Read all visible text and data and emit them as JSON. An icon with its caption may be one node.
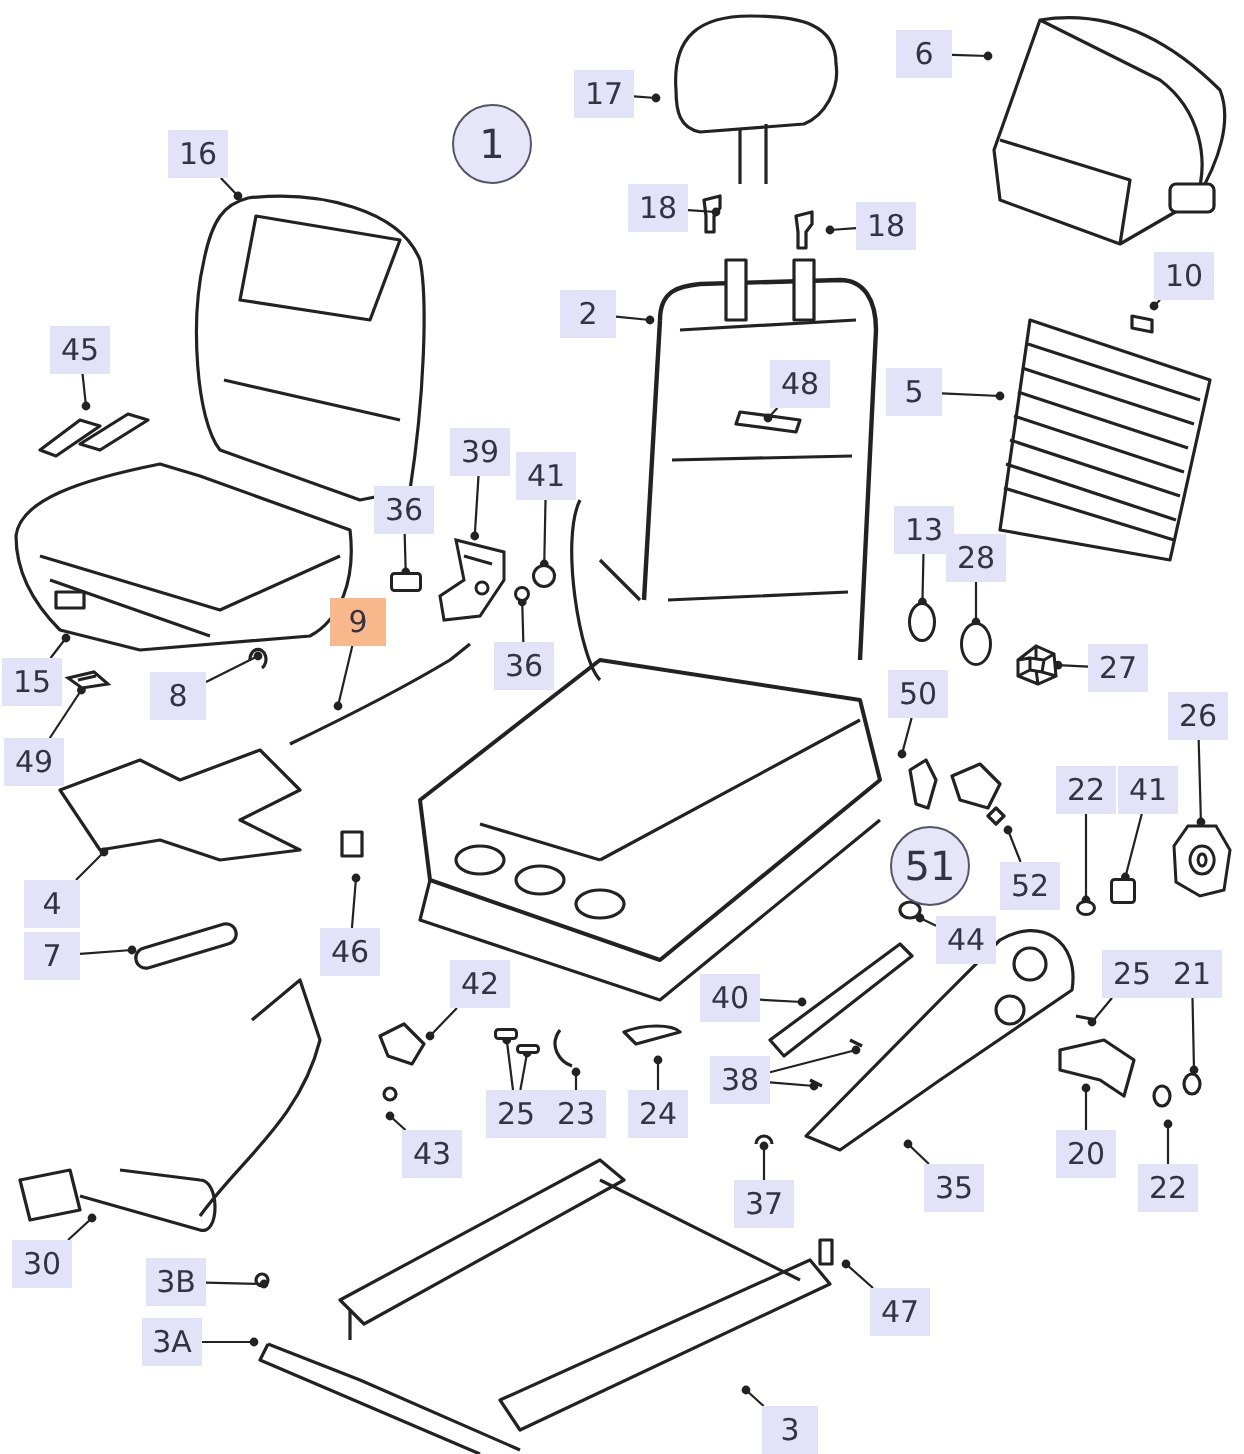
{
  "diagram": {
    "nodes": [
      {
        "text": [
          "1"
        ]
      },
      {
        "text": [
          "17"
        ]
      },
      {
        "text": [
          "16"
        ]
      },
      {
        "text": [
          "6"
        ]
      },
      {
        "text": [
          "18"
        ]
      },
      {
        "text": [
          "18"
        ]
      },
      {
        "text": [
          "2"
        ]
      },
      {
        "text": [
          "10"
        ]
      },
      {
        "text": [
          "48"
        ]
      },
      {
        "text": [
          "5"
        ]
      },
      {
        "text": [
          "45"
        ]
      },
      {
        "text": [
          "39"
        ]
      },
      {
        "text": [
          "41"
        ]
      },
      {
        "text": [
          "36"
        ]
      },
      {
        "text": [
          "36"
        ]
      },
      {
        "text": [
          "13"
        ]
      },
      {
        "text": [
          "28"
        ]
      },
      {
        "text": [
          "27"
        ]
      },
      {
        "text": [
          "26"
        ]
      },
      {
        "text": [
          "9"
        ]
      },
      {
        "text": [
          "15"
        ]
      },
      {
        "text": [
          "8"
        ]
      },
      {
        "text": [
          "49"
        ]
      },
      {
        "text": [
          "50"
        ]
      },
      {
        "text": [
          "4"
        ]
      },
      {
        "text": [
          "7"
        ]
      },
      {
        "text": [
          "46"
        ]
      },
      {
        "text": [
          "51"
        ]
      },
      {
        "text": [
          "52"
        ]
      },
      {
        "text": [
          "22"
        ]
      },
      {
        "text": [
          "41"
        ]
      },
      {
        "text": [
          "44"
        ]
      },
      {
        "text": [
          "40"
        ]
      },
      {
        "text": [
          "42"
        ]
      },
      {
        "text": [
          "25"
        ]
      },
      {
        "text": [
          "21"
        ]
      },
      {
        "text": [
          "38"
        ]
      },
      {
        "text": [
          "25"
        ]
      },
      {
        "text": [
          "23"
        ]
      },
      {
        "text": [
          "24"
        ]
      },
      {
        "text": [
          "20"
        ]
      },
      {
        "text": [
          "43"
        ]
      },
      {
        "text": [
          "37"
        ]
      },
      {
        "text": [
          "35"
        ]
      },
      {
        "text": [
          "22"
        ]
      },
      {
        "text": [
          "30"
        ]
      },
      {
        "text": [
          "3B"
        ]
      },
      {
        "text": [
          "3A"
        ]
      },
      {
        "text": [
          "47"
        ]
      },
      {
        "text": [
          "3"
        ]
      },
      {
        "text": [],
        "shape": "picture"
      },
      {
        "text": [],
        "shape": "box"
      },
      {
        "text": [],
        "shape": "circle"
      },
      {
        "text": [],
        "shape": "picture"
      },
      {
        "text": [],
        "shape": "picture"
      },
      {
        "text": [],
        "shape": "circle"
      },
      {
        "text": [],
        "shape": "box"
      },
      {
        "text": [],
        "shape": "circle"
      },
      {
        "text": [],
        "shape": "circle"
      },
      {
        "text": [],
        "shape": "circle"
      },
      {
        "text": [],
        "shape": "box"
      },
      {
        "text": [],
        "shape": "box"
      },
      {
        "text": [],
        "shape": "picture"
      }
    ],
    "edges": [
      {
        "from": 1,
        "to": null,
        "arrow": "other"
      },
      {
        "from": 2,
        "to": null,
        "arrow": "other"
      },
      {
        "from": 3,
        "to": null,
        "arrow": "other"
      },
      {
        "from": 4,
        "to": null,
        "arrow": "other"
      },
      {
        "from": 5,
        "to": null,
        "arrow": "other"
      },
      {
        "from": 6,
        "to": null,
        "arrow": "other"
      },
      {
        "from": 7,
        "to": null,
        "arrow": "other"
      },
      {
        "from": 8,
        "to": null,
        "arrow": "other"
      },
      {
        "from": 9,
        "to": null,
        "arrow": "other"
      },
      {
        "from": 10,
        "to": null,
        "arrow": "other"
      },
      {
        "from": 11,
        "to": 50,
        "arrow": "other"
      },
      {
        "from": 12,
        "to": 57,
        "arrow": "other"
      },
      {
        "from": 13,
        "to": 51,
        "arrow": "other"
      },
      {
        "from": 14,
        "to": 58,
        "arrow": "other"
      },
      {
        "from": 15,
        "to": 52,
        "arrow": "other"
      },
      {
        "from": 16,
        "to": 59,
        "arrow": "other"
      },
      {
        "from": 17,
        "to": 62,
        "arrow": "other"
      },
      {
        "from": 18,
        "to": 53,
        "arrow": "other"
      },
      {
        "from": 19,
        "to": null,
        "arrow": "other"
      },
      {
        "from": 20,
        "to": null,
        "arrow": "other"
      },
      {
        "from": 21,
        "to": null,
        "arrow": "other"
      },
      {
        "from": 22,
        "to": 54,
        "arrow": "other"
      },
      {
        "from": 23,
        "to": null,
        "arrow": "other"
      },
      {
        "from": 24,
        "to": null,
        "arrow": "other"
      },
      {
        "from": 25,
        "to": null,
        "arrow": "other"
      },
      {
        "from": 26,
        "to": null,
        "arrow": "other"
      },
      {
        "from": 28,
        "to": null,
        "arrow": "other"
      },
      {
        "from": 29,
        "to": 55,
        "arrow": "other"
      },
      {
        "from": 30,
        "to": 60,
        "arrow": "other"
      },
      {
        "from": 31,
        "to": null,
        "arrow": "other"
      },
      {
        "from": 32,
        "to": null,
        "arrow": "other"
      },
      {
        "from": 33,
        "to": null,
        "arrow": "other"
      },
      {
        "from": 34,
        "to": null,
        "arrow": "other"
      },
      {
        "from": 35,
        "to": null,
        "arrow": "other"
      },
      {
        "from": 36,
        "to": null,
        "arrow": "other"
      },
      {
        "from": 36,
        "to": null,
        "arrow": "other"
      },
      {
        "from": 37,
        "to": 56,
        "arrow": "other"
      },
      {
        "from": 37,
        "to": 61,
        "arrow": "other"
      },
      {
        "from": 38,
        "to": null,
        "arrow": "other"
      },
      {
        "from": 39,
        "to": null,
        "arrow": "other"
      },
      {
        "from": 40,
        "to": null,
        "arrow": "other"
      },
      {
        "from": 41,
        "to": null,
        "arrow": "other"
      },
      {
        "from": 42,
        "to": null,
        "arrow": "other"
      },
      {
        "from": 43,
        "to": null,
        "arrow": "other"
      },
      {
        "from": 44,
        "to": null,
        "arrow": "other"
      },
      {
        "from": 45,
        "to": null,
        "arrow": "other"
      },
      {
        "from": 46,
        "to": null,
        "arrow": "other"
      },
      {
        "from": 47,
        "to": null,
        "arrow": "other"
      },
      {
        "from": 48,
        "to": null,
        "arrow": "other"
      },
      {
        "from": 49,
        "to": null,
        "arrow": "other"
      }
    ]
  }
}
